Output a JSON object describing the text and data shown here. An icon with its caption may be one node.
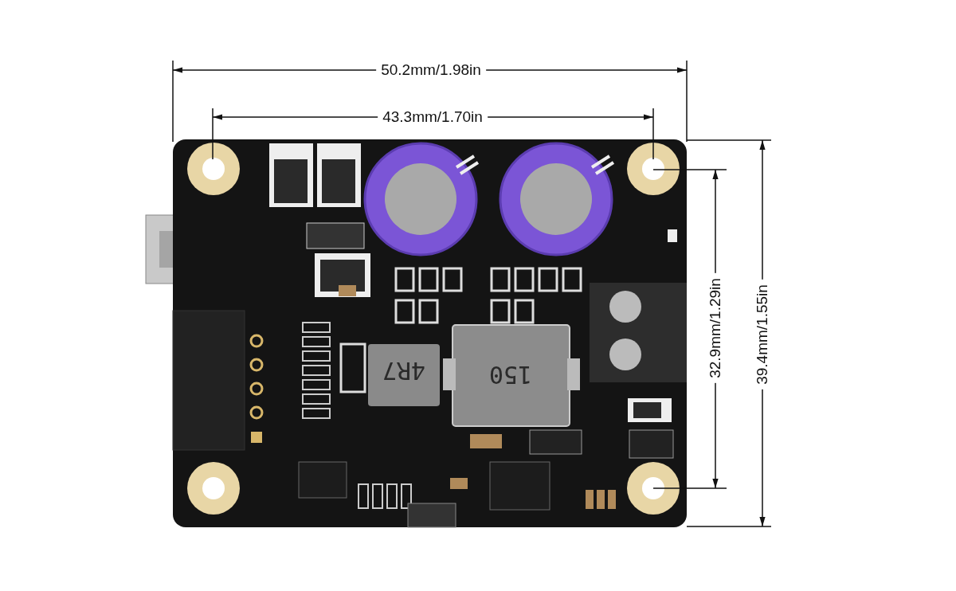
{
  "diagram": {
    "labels": [
      "50.2mm/1.98in",
      "43.3mm/1.70in",
      "32.9mm/1.29in",
      "39.4mm/1.55in",
      "4R7",
      "150"
    ]
  }
}
